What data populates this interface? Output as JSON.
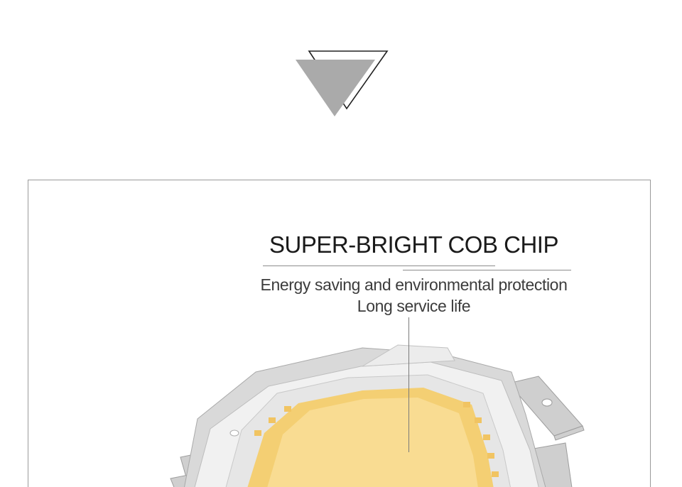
{
  "header": {
    "divider_icon": "down-triangle-icon"
  },
  "feature": {
    "title": "SUPER-BRIGHT COB CHIP",
    "lines": [
      "Energy saving and environmental protection",
      "Long service life"
    ]
  },
  "colors": {
    "triangle_fill": "#aaaaaa",
    "triangle_outline": "#222222",
    "panel_border": "#9a9a9a",
    "chip_phosphor": "#f7d98a",
    "chip_body": "#eeeeee",
    "chip_pins": "#c8c8c8"
  }
}
